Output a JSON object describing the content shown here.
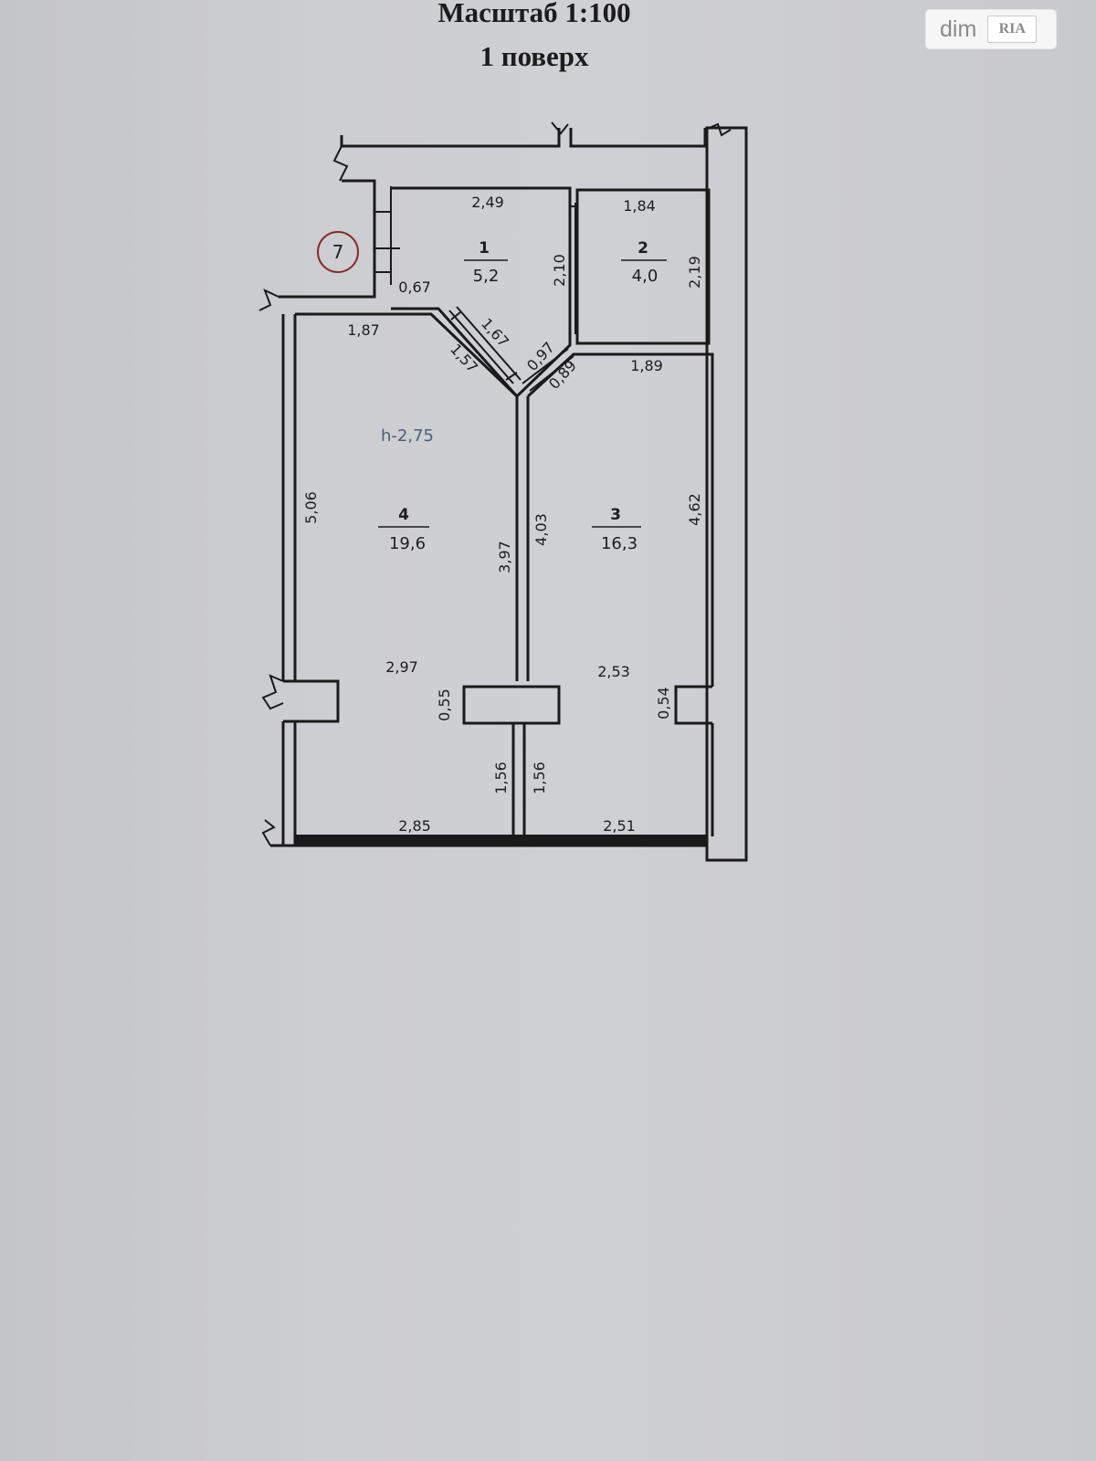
{
  "header": {
    "scale": "Масштаб 1:100",
    "floor": "1 поверх"
  },
  "watermark": {
    "text": "dim",
    "badge": "RIA"
  },
  "entrance_mark": "7",
  "ceiling_height": "h-2,75",
  "rooms": {
    "r1": {
      "number": "1",
      "area": "5,2"
    },
    "r2": {
      "number": "2",
      "area": "4,0"
    },
    "r3": {
      "number": "3",
      "area": "16,3"
    },
    "r4": {
      "number": "4",
      "area": "19,6"
    }
  },
  "dims": {
    "d249": "2,49",
    "d184": "1,84",
    "d210": "2,10",
    "d219": "2,19",
    "d067": "0,67",
    "d187": "1,87",
    "d167": "1,67",
    "d157": "1,57",
    "d097": "0,97",
    "d089": "0,89",
    "d189": "1,89",
    "d506": "5,06",
    "d397": "3,97",
    "d403": "4,03",
    "d462": "4,62",
    "d297": "2,97",
    "d253": "2,53",
    "d055": "0,55",
    "d054": "0,54",
    "d156a": "1,56",
    "d156b": "1,56",
    "d285": "2,85",
    "d251": "2,51"
  }
}
